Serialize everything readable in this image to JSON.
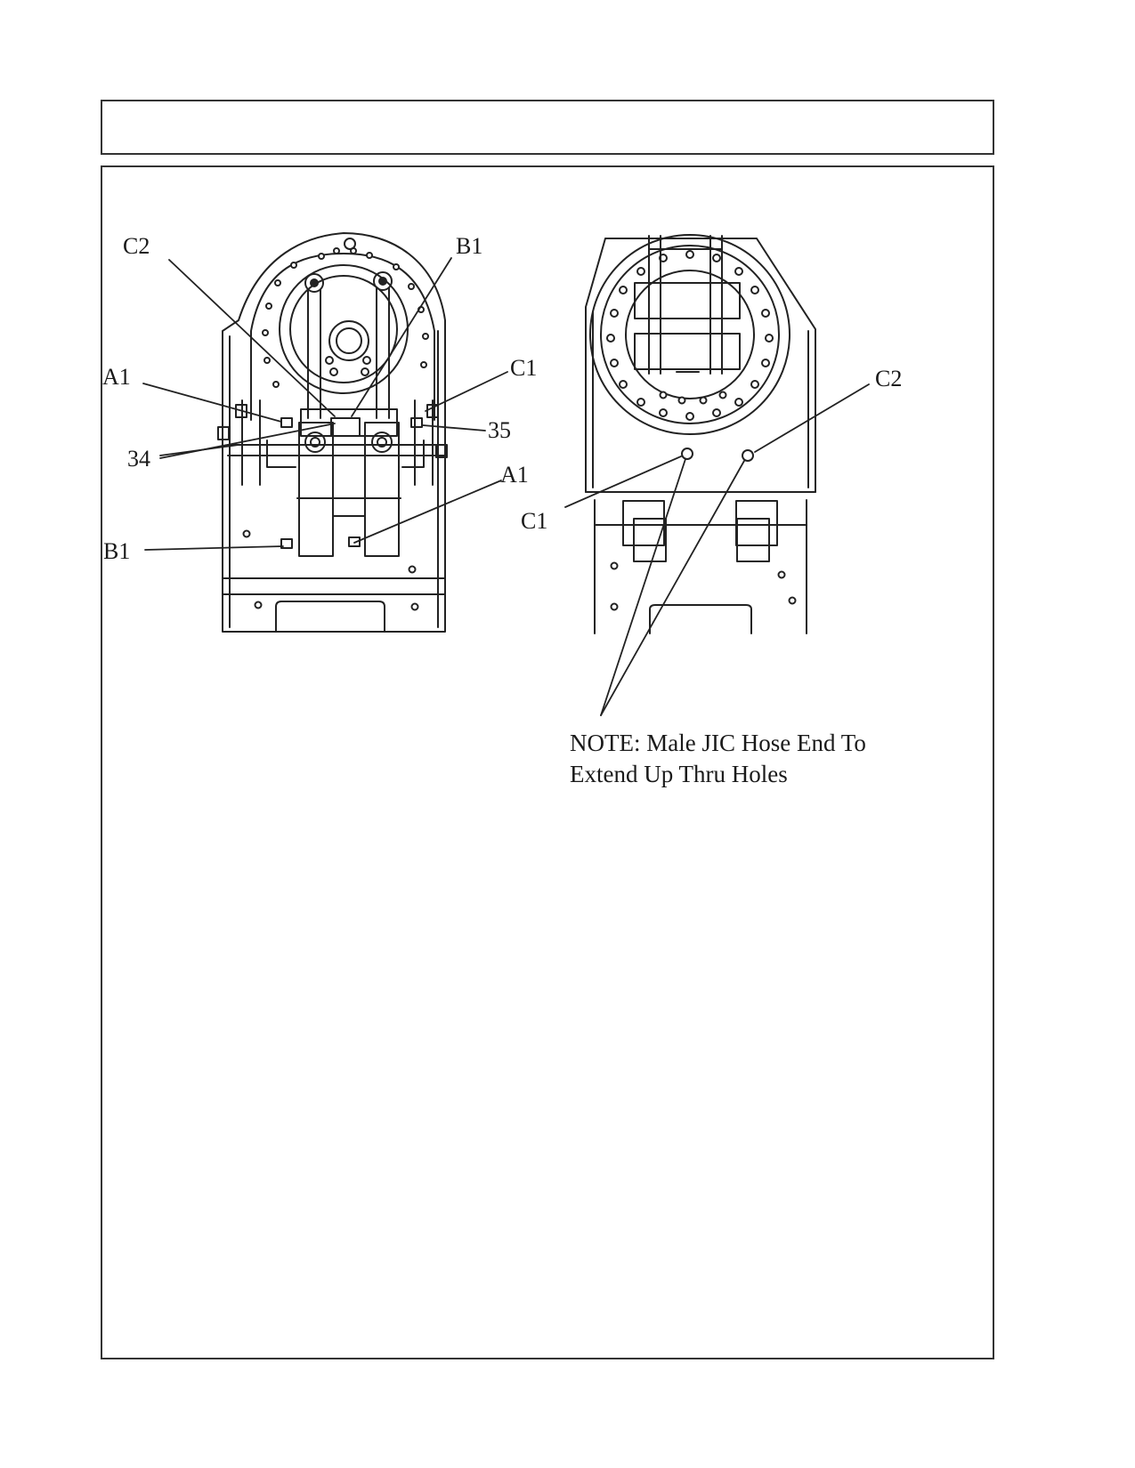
{
  "header": {
    "title": ""
  },
  "figure_left": {
    "callouts": {
      "c2": "C2",
      "b1_top": "B1",
      "a1_left": "A1",
      "c1": "C1",
      "n35": "35",
      "n34": "34",
      "a1_right": "A1",
      "b1_bottom": "B1"
    }
  },
  "figure_right": {
    "callouts": {
      "c2": "C2",
      "c1": "C1"
    }
  },
  "note": {
    "line1": "NOTE:  Male JIC Hose End To",
    "line2": "Extend Up Thru Holes"
  }
}
